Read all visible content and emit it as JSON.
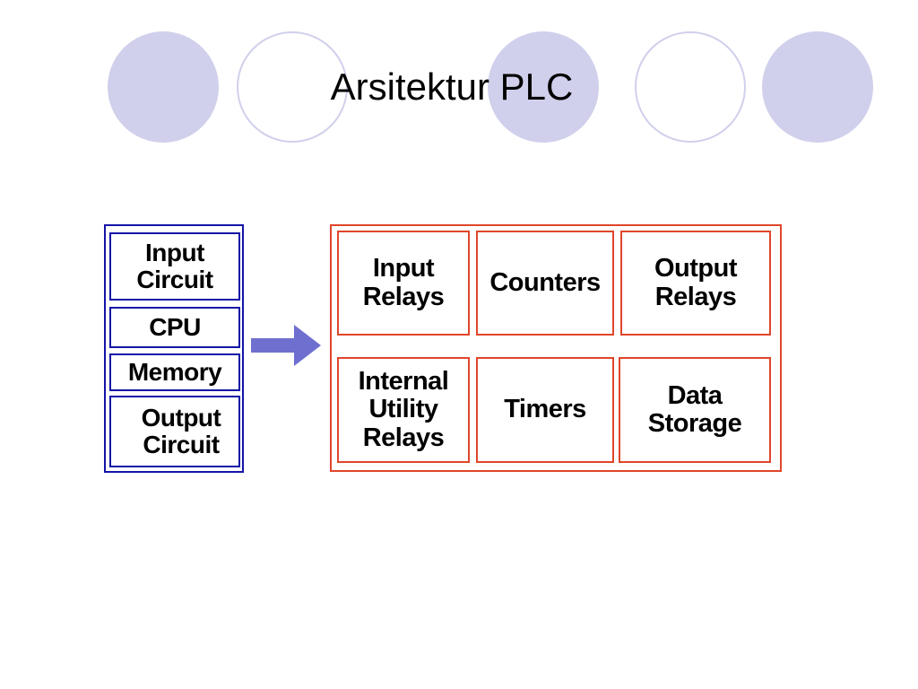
{
  "slide": {
    "title": "Arsitektur PLC",
    "colors": {
      "circle_fill": "#d0d0ec",
      "circle_outline": "#d0d0ec",
      "blue_border": "#1414a8",
      "red_border": "#e0462a",
      "arrow": "#6f6fd0"
    }
  },
  "diagram": {
    "left_blocks": [
      {
        "label": "Input\nCircuit"
      },
      {
        "label": "CPU"
      },
      {
        "label": "Memory"
      },
      {
        "label": "Output\nCircuit"
      }
    ],
    "arrow_icon": "right-arrow-icon",
    "right_blocks": [
      {
        "label": "Input\nRelays"
      },
      {
        "label": "Counters"
      },
      {
        "label": "Output\nRelays"
      },
      {
        "label": "Internal\nUtility\nRelays"
      },
      {
        "label": "Timers"
      },
      {
        "label": "Data\nStorage"
      }
    ]
  }
}
